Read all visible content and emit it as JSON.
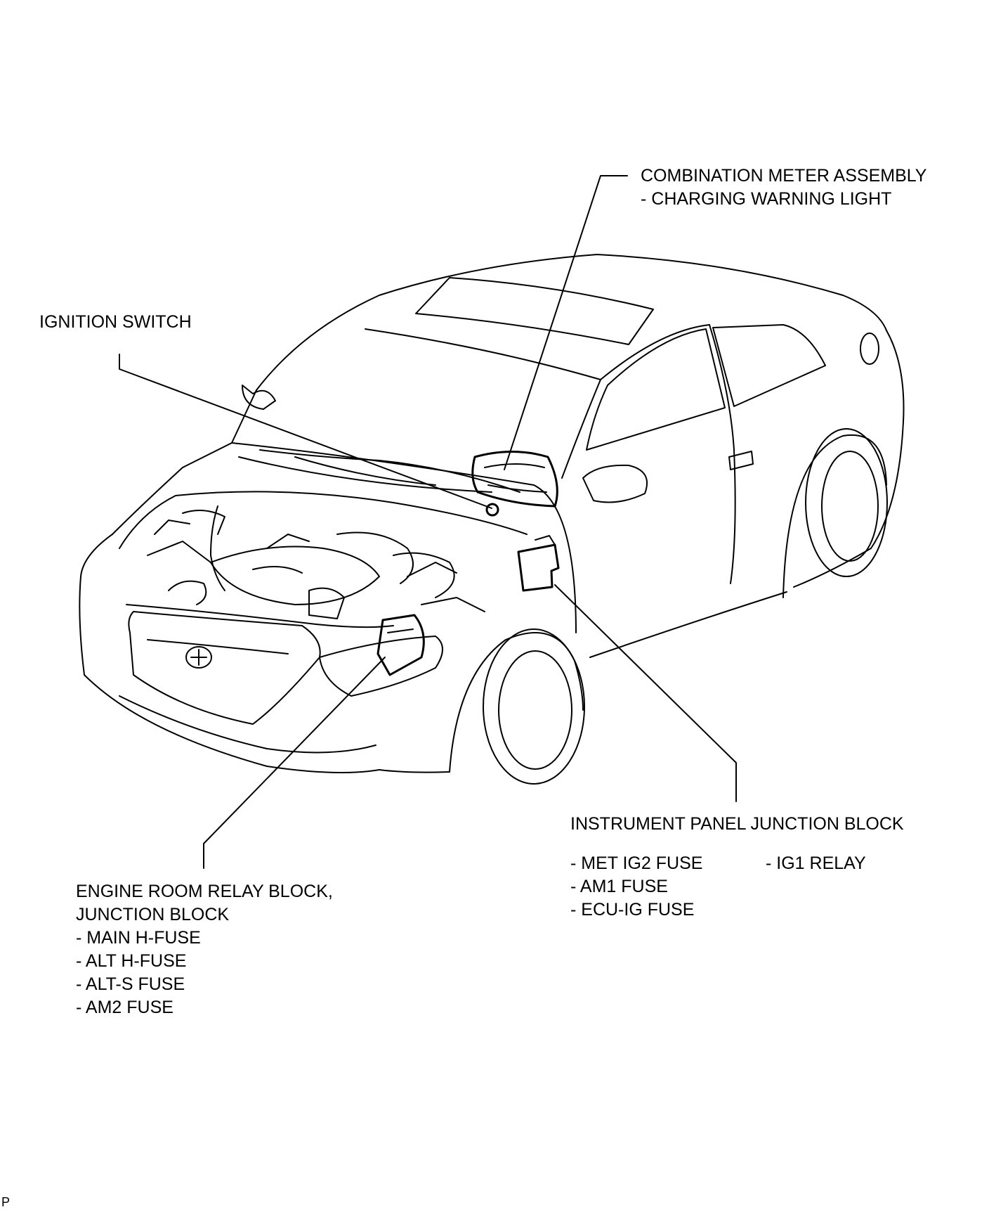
{
  "labels": {
    "combination_meter": {
      "title": "COMBINATION METER ASSEMBLY",
      "items": [
        "- CHARGING WARNING LIGHT"
      ]
    },
    "ignition_switch": {
      "title": "IGNITION SWITCH"
    },
    "instrument_panel": {
      "title": "INSTRUMENT PANEL JUNCTION BLOCK",
      "items_left": [
        "- MET IG2 FUSE",
        "- AM1 FUSE",
        "- ECU-IG FUSE"
      ],
      "items_right": [
        "- IG1 RELAY"
      ]
    },
    "engine_room": {
      "title_lines": [
        "ENGINE ROOM RELAY BLOCK,",
        "JUNCTION BLOCK"
      ],
      "items": [
        "- MAIN H-FUSE",
        "- ALT H-FUSE",
        "- ALT-S FUSE",
        "- AM2 FUSE"
      ]
    }
  },
  "footer": "P"
}
